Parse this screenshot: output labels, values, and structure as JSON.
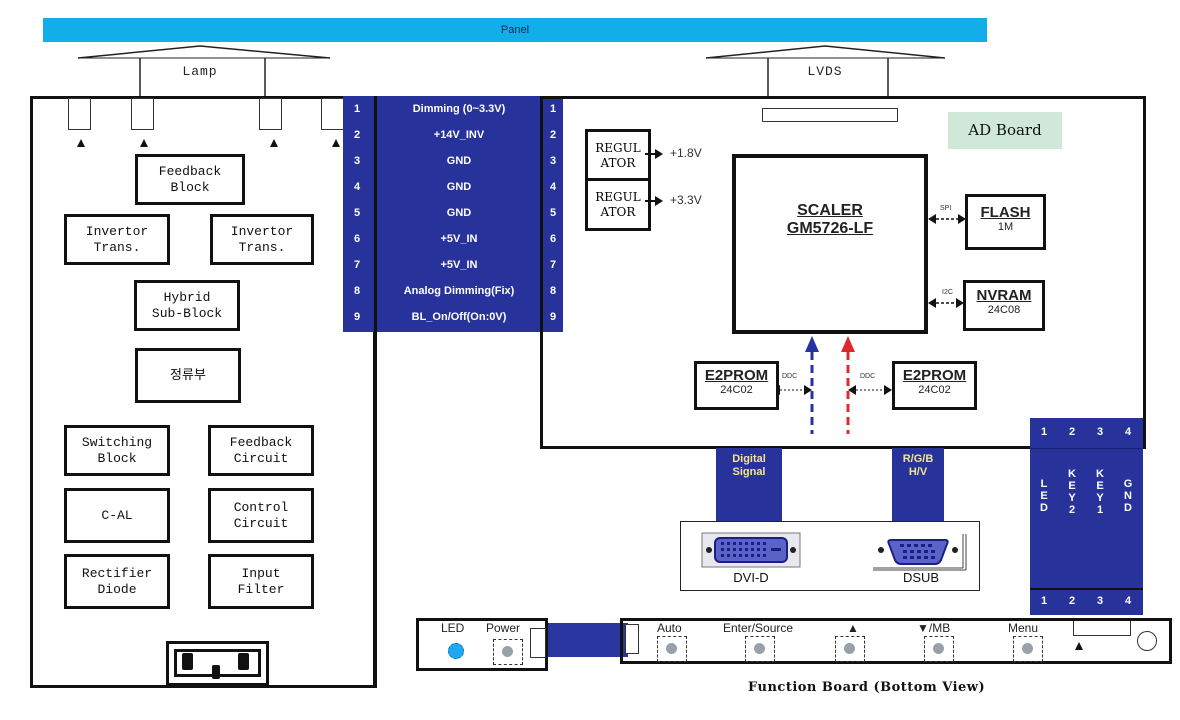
{
  "panel": {
    "label": "Panel",
    "color": "#12aee9"
  },
  "lamp": {
    "label": "Lamp",
    "socket_count": 4
  },
  "lvds": {
    "label": "LVDS"
  },
  "power_board": {
    "blocks": [
      {
        "id": "feedback-block",
        "lines": [
          "Feedback",
          "Block"
        ]
      },
      {
        "id": "invertor-trans-1",
        "lines": [
          "Invertor",
          "Trans."
        ]
      },
      {
        "id": "invertor-trans-2",
        "lines": [
          "Invertor",
          "Trans."
        ]
      },
      {
        "id": "hybrid-sub-block",
        "lines": [
          "Hybrid",
          "Sub-Block"
        ]
      },
      {
        "id": "rectifier-korean",
        "lines": [
          "정류부"
        ]
      },
      {
        "id": "switching-block",
        "lines": [
          "Switching",
          "Block"
        ]
      },
      {
        "id": "feedback-circuit",
        "lines": [
          "Feedback",
          "Circuit"
        ]
      },
      {
        "id": "c-al",
        "lines": [
          "C-AL"
        ]
      },
      {
        "id": "control-circuit",
        "lines": [
          "Control",
          "Circuit"
        ]
      },
      {
        "id": "rectifier-diode",
        "lines": [
          "Rectifier",
          "Diode"
        ]
      },
      {
        "id": "input-filter",
        "lines": [
          "Input",
          "Filter"
        ]
      }
    ]
  },
  "connector": {
    "color": "#27339a",
    "pins": [
      {
        "num": "1",
        "label": "Dimming (0~3.3V)"
      },
      {
        "num": "2",
        "label": "+14V_INV"
      },
      {
        "num": "3",
        "label": "GND"
      },
      {
        "num": "4",
        "label": "GND"
      },
      {
        "num": "5",
        "label": "GND"
      },
      {
        "num": "6",
        "label": "+5V_IN"
      },
      {
        "num": "7",
        "label": "+5V_IN"
      },
      {
        "num": "8",
        "label": "Analog Dimming(Fix)"
      },
      {
        "num": "9",
        "label": "BL_On/Off(On:0V)"
      }
    ]
  },
  "ad_board": {
    "label": "AD Board",
    "regulators": [
      {
        "lines": [
          "REGUL",
          "ATOR"
        ],
        "output": "+1.8V"
      },
      {
        "lines": [
          "REGUL",
          "ATOR"
        ],
        "output": "+3.3V"
      }
    ],
    "scaler": {
      "title": "SCALER",
      "part": "GM5726-LF"
    },
    "flash": {
      "title": "FLASH",
      "sub": "1M",
      "bus": "SPI"
    },
    "nvram": {
      "title": "NVRAM",
      "sub": "24C08",
      "bus": "I2C"
    },
    "eeprom_dvi": {
      "title": "E2PROM",
      "sub": "24C02",
      "bus": "DDC"
    },
    "eeprom_dsub": {
      "title": "E2PROM",
      "sub": "24C02",
      "bus": "DDC"
    },
    "digital_path_color": "#2433a0",
    "analog_path_color": "#e0292b"
  },
  "inputs": {
    "digital_signal": [
      "Digital",
      "Signal"
    ],
    "analog_signal": [
      "R/G/B",
      "H/V"
    ],
    "dvi_label": "DVI-D",
    "dsub_label": "DSUB"
  },
  "key_connector": {
    "top_pins": [
      "1",
      "2",
      "3",
      "4"
    ],
    "bottom_pins": [
      "1",
      "2",
      "3",
      "4"
    ],
    "signals": [
      "LED",
      "KEY2",
      "KEY1",
      "GND"
    ]
  },
  "function_board": {
    "title": "Function Board (Bottom View)",
    "led_label": "LED",
    "led_color": "#1eaaf0",
    "buttons": [
      {
        "label": "Power"
      },
      {
        "label": "Auto"
      },
      {
        "label": "Enter/Source"
      },
      {
        "label": "▲"
      },
      {
        "label": "▼/MB"
      },
      {
        "label": "Menu"
      }
    ]
  }
}
